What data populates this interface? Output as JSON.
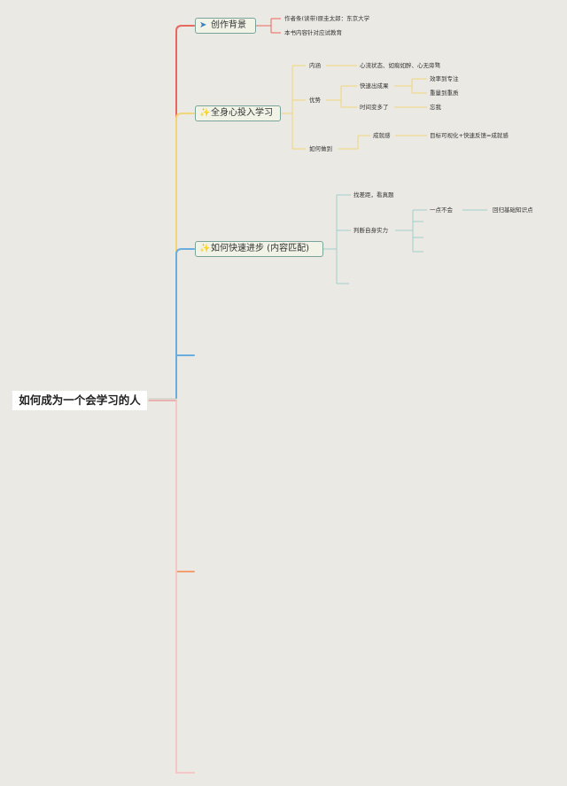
{
  "root": {
    "label": "如何成为一个会学习的人"
  },
  "branches": [
    {
      "label": "创作背景",
      "icon": "paper-plane-icon",
      "children": [
        "作者条(读带)原圭太郎：东京大学",
        "本书内容针对应试教育"
      ]
    },
    {
      "label": "全身心投入学习",
      "icon": "sparkle-icon",
      "children": {
        "neirong": "内涵",
        "neirong_desc": "心流状态、如痴如醉、心无旁骛",
        "youshi": "优势",
        "kuaisu": "快速出成果",
        "kuaisu_items": [
          "效率到专注",
          "重量到重质"
        ],
        "shijian": "时间变多了",
        "shijian_item": "忘我",
        "ruhe": "如何做到",
        "chengjiu": "成就感",
        "chengjiu_desc": "目标可视化+快速反馈=成就感"
      }
    },
    {
      "label": "如何快速进步  (内容匹配)",
      "icon": "sparkle-icon",
      "children": {
        "chaju": "找差距，看真题",
        "panduan": "判断自身实力",
        "yidian": "一点不会",
        "huigui": "回归基础知识点"
      }
    }
  ],
  "colors": {
    "red": "#e8675f",
    "yellow": "#f1d57a",
    "blue": "#6aaee0",
    "orange": "#f0a070",
    "pink": "#f4c6c6",
    "teal": "#9fcfcf"
  }
}
